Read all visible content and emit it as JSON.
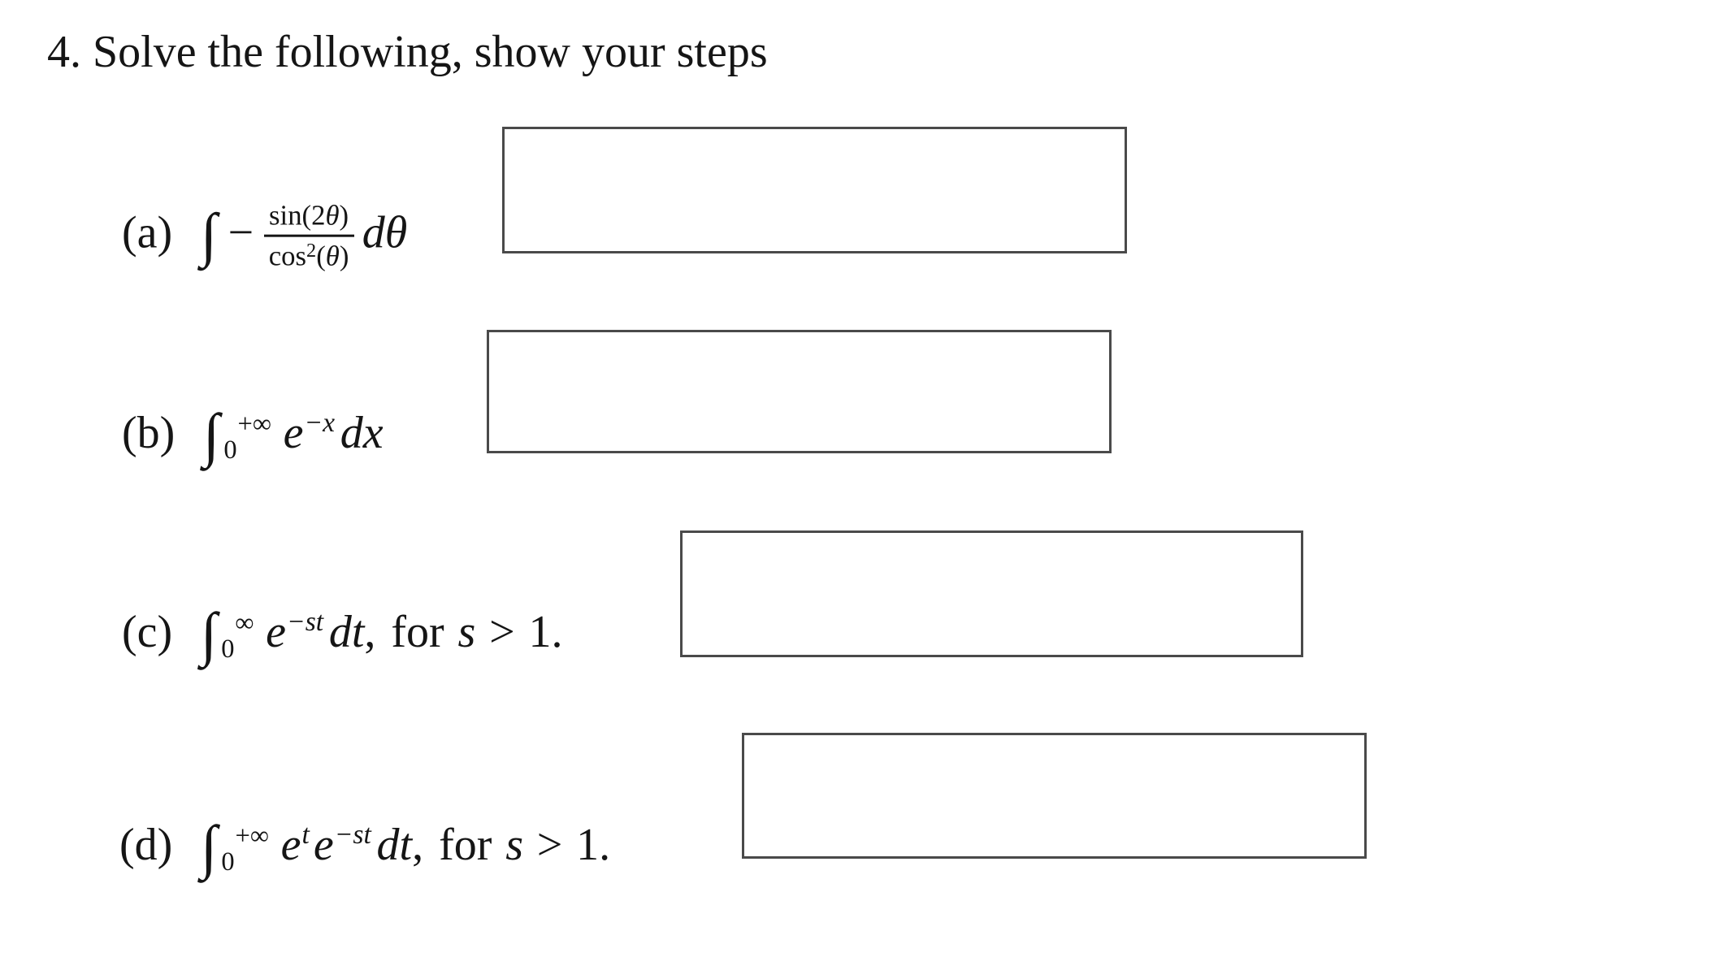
{
  "colors": {
    "background": "#ffffff",
    "text": "#151515",
    "box_border": "#4a4a4a"
  },
  "title": "4. Solve the following, show your steps",
  "problems": [
    {
      "label": "(a)",
      "expression": "∫ −sin(2θ)/cos²(θ) dθ",
      "integral_sign": "∫",
      "prefix_minus": "−",
      "fraction": {
        "num_fn": "sin(2",
        "num_var": "θ",
        "num_close": ")",
        "den_fn": "cos",
        "den_sup": "2",
        "den_open": "(",
        "den_var": "θ",
        "den_close": ")"
      },
      "differential_d": "d",
      "differential_var": "θ"
    },
    {
      "label": "(b)",
      "expression": "∫₀⁺∞ e⁻ˣ dx",
      "integral_sign": "∫",
      "lower_limit": "0",
      "upper_limit": "+∞",
      "base": "e",
      "exponent": "−x",
      "differential_d": "d",
      "differential_var": "x"
    },
    {
      "label": "(c)",
      "expression": "∫₀∞ e⁻ˢᵗ dt, for s > 1.",
      "integral_sign": "∫",
      "lower_limit": "0",
      "upper_limit": "∞",
      "base": "e",
      "exponent": "−st",
      "differential_d": "d",
      "differential_var": "t",
      "comma": ",",
      "condition_word": "for",
      "condition_var": "s",
      "condition_rel": ">",
      "condition_value": "1."
    },
    {
      "label": "(d)",
      "expression": "∫₀⁺∞ eᵗe⁻ˢᵗ dt, for s > 1.",
      "integral_sign": "∫",
      "lower_limit": "0",
      "upper_limit": "+∞",
      "base1": "e",
      "exponent1": "t",
      "base2": "e",
      "exponent2": "−st",
      "differential_d": "d",
      "differential_var": "t",
      "comma": ",",
      "condition_word": "for",
      "condition_var": "s",
      "condition_rel": ">",
      "condition_value": "1."
    }
  ],
  "answer_boxes": [
    {
      "for_problem": "a",
      "content": ""
    },
    {
      "for_problem": "b",
      "content": ""
    },
    {
      "for_problem": "c",
      "content": ""
    },
    {
      "for_problem": "d",
      "content": ""
    }
  ]
}
